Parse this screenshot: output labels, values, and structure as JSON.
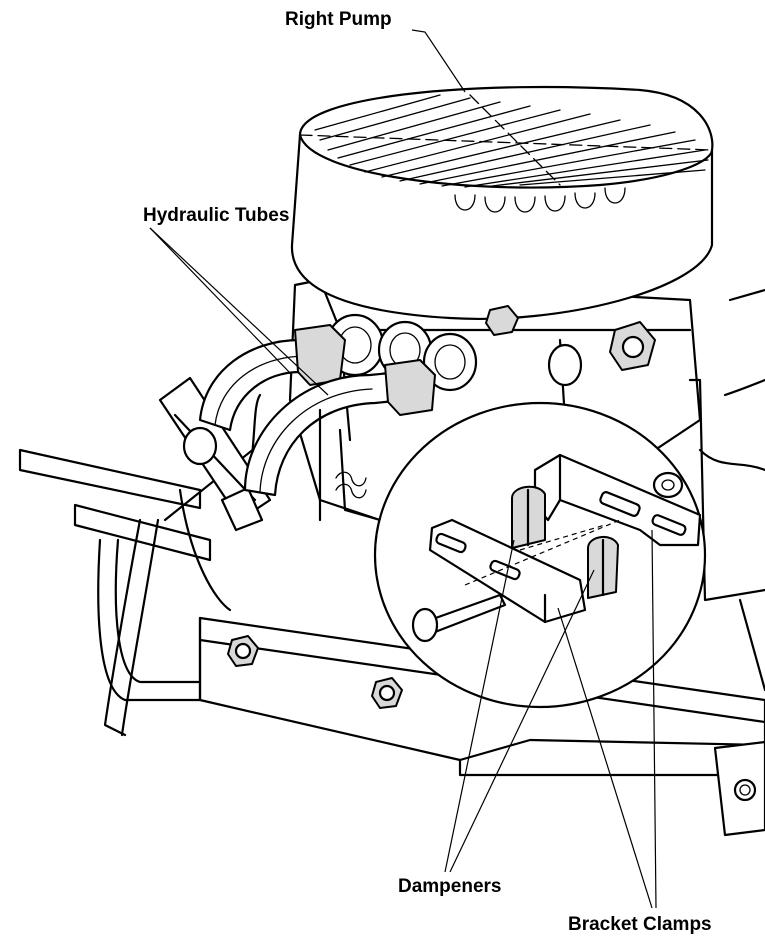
{
  "labels": {
    "right_pump": "Right Pump",
    "hydraulic_tubes": "Hydraulic Tubes",
    "dampeners": "Dampeners",
    "bracket_clamps": "Bracket Clamps"
  },
  "colors": {
    "line": "#000000",
    "background": "#ffffff",
    "shade": "#d9d9d9"
  }
}
